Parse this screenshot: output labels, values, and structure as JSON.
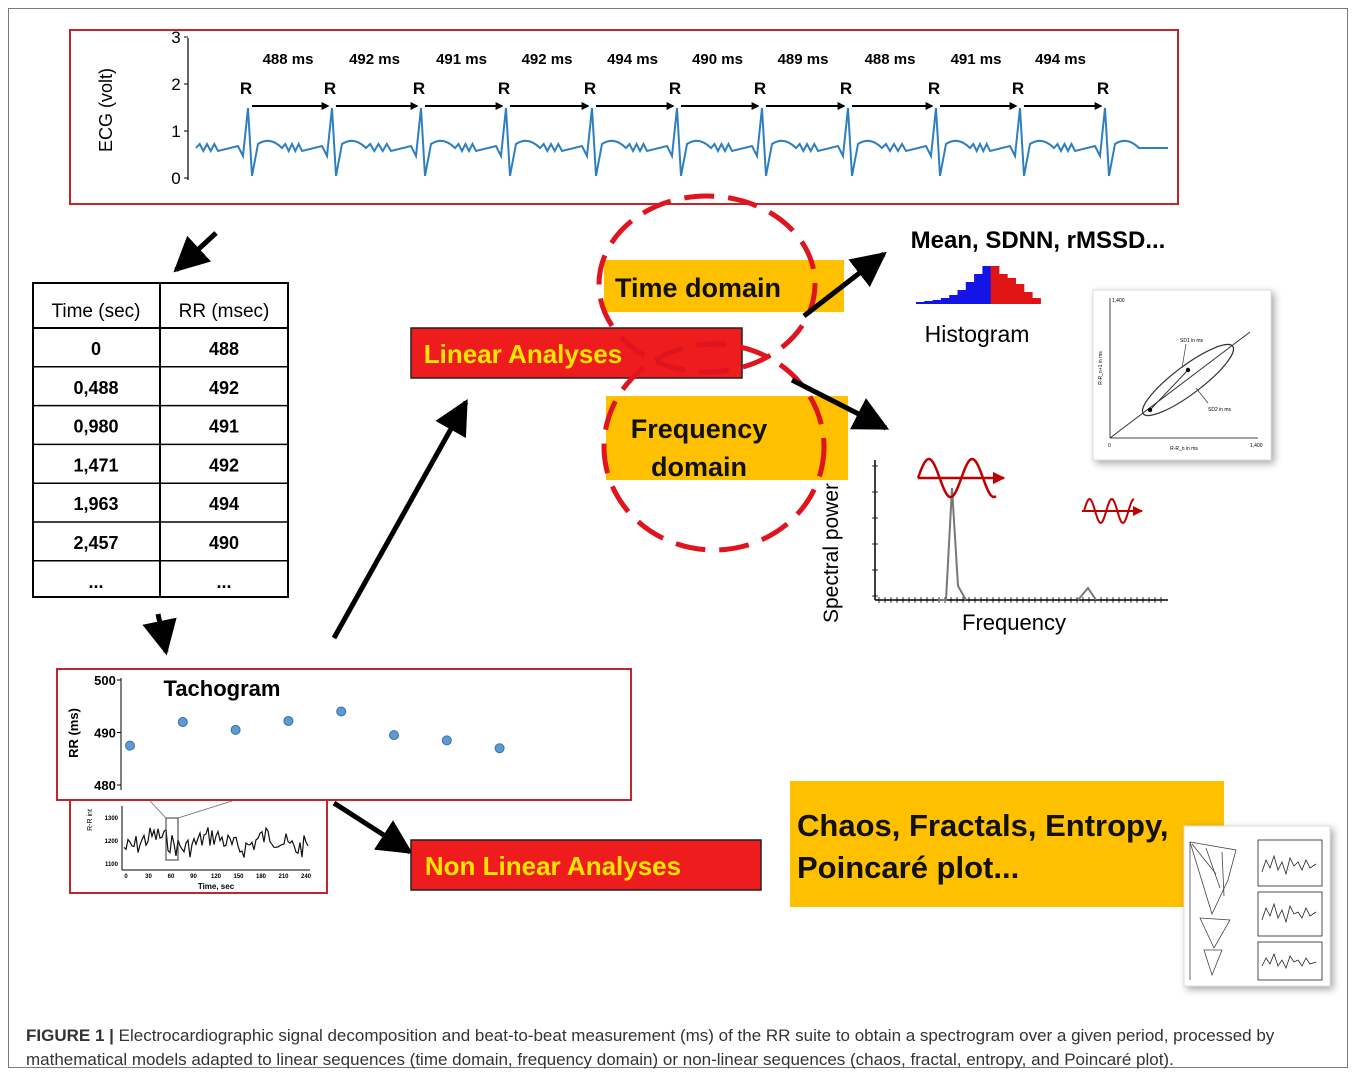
{
  "ecg": {
    "ylabel": "ECG (volt)",
    "yticks": [
      "3",
      "2",
      "1",
      "0"
    ],
    "r_label": "R",
    "intervals": [
      "488 ms",
      "492 ms",
      "491 ms",
      "492 ms",
      "494 ms",
      "490 ms",
      "489 ms",
      "488 ms",
      "491 ms",
      "494 ms"
    ]
  },
  "rr_table": {
    "headers": [
      "Time (sec)",
      "RR (msec)"
    ],
    "rows": [
      [
        "0",
        "488"
      ],
      [
        "0,488",
        "492"
      ],
      [
        "0,980",
        "491"
      ],
      [
        "1,471",
        "492"
      ],
      [
        "1,963",
        "494"
      ],
      [
        "2,457",
        "490"
      ],
      [
        "...",
        "..."
      ]
    ]
  },
  "tachogram": {
    "title": "Tachogram",
    "ylabel": "RR (ms)",
    "yticks": [
      "500",
      "490",
      "480"
    ],
    "ylim": [
      480,
      500
    ],
    "values": [
      487.5,
      492,
      490.5,
      492.2,
      494,
      489.5,
      488.5,
      487
    ]
  },
  "rr_series": {
    "ylabel": "R-R int",
    "yticks": [
      "1300",
      "1200",
      "1100"
    ],
    "xlabel": "Time, sec",
    "xticks": [
      "0",
      "30",
      "60",
      "90",
      "120",
      "150",
      "180",
      "210",
      "240"
    ]
  },
  "labels": {
    "linear": "Linear Analyses",
    "nonlinear": "Non Linear Analyses",
    "time_domain": "Time domain",
    "frequency_domain_1": "Frequency",
    "frequency_domain_2": "domain",
    "time_metrics": "Mean, SDNN, rMSSD...",
    "histogram": "Histogram",
    "spectral_power": "Spectral power",
    "frequency": "Frequency",
    "nonlinear_metrics_1": "Chaos, Fractals, Entropy,",
    "nonlinear_metrics_2": "Poincaré plot..."
  },
  "poincare": {
    "sd1": "SD1 in ms",
    "sd2": "SD2 in ms",
    "xlabel": "R-R_n in ms",
    "ylabel": "R-R_n+1 in ms",
    "max": "1,400",
    "zero": "0"
  },
  "caption": {
    "label": "FIGURE 1 |",
    "text": "Electrocardiographic signal decomposition and beat-to-beat measurement (ms) of the RR suite to obtain a spectrogram over a given period, processed by mathematical models adapted to linear sequences (time domain, frequency domain) or non-linear sequences (chaos, fractal, entropy, and Poincaré plot)."
  },
  "colors": {
    "ecg_trace": "#2f7fc0",
    "frame_red": "#c0272d",
    "box_orange": "#ffc000",
    "box_red": "#ee1c1c",
    "box_text_yellow": "#ffe600",
    "dash_red": "#e0141e",
    "hist_blue": "#1414e6",
    "hist_red": "#e01414",
    "tacho_dot": "#5b9bd5"
  }
}
